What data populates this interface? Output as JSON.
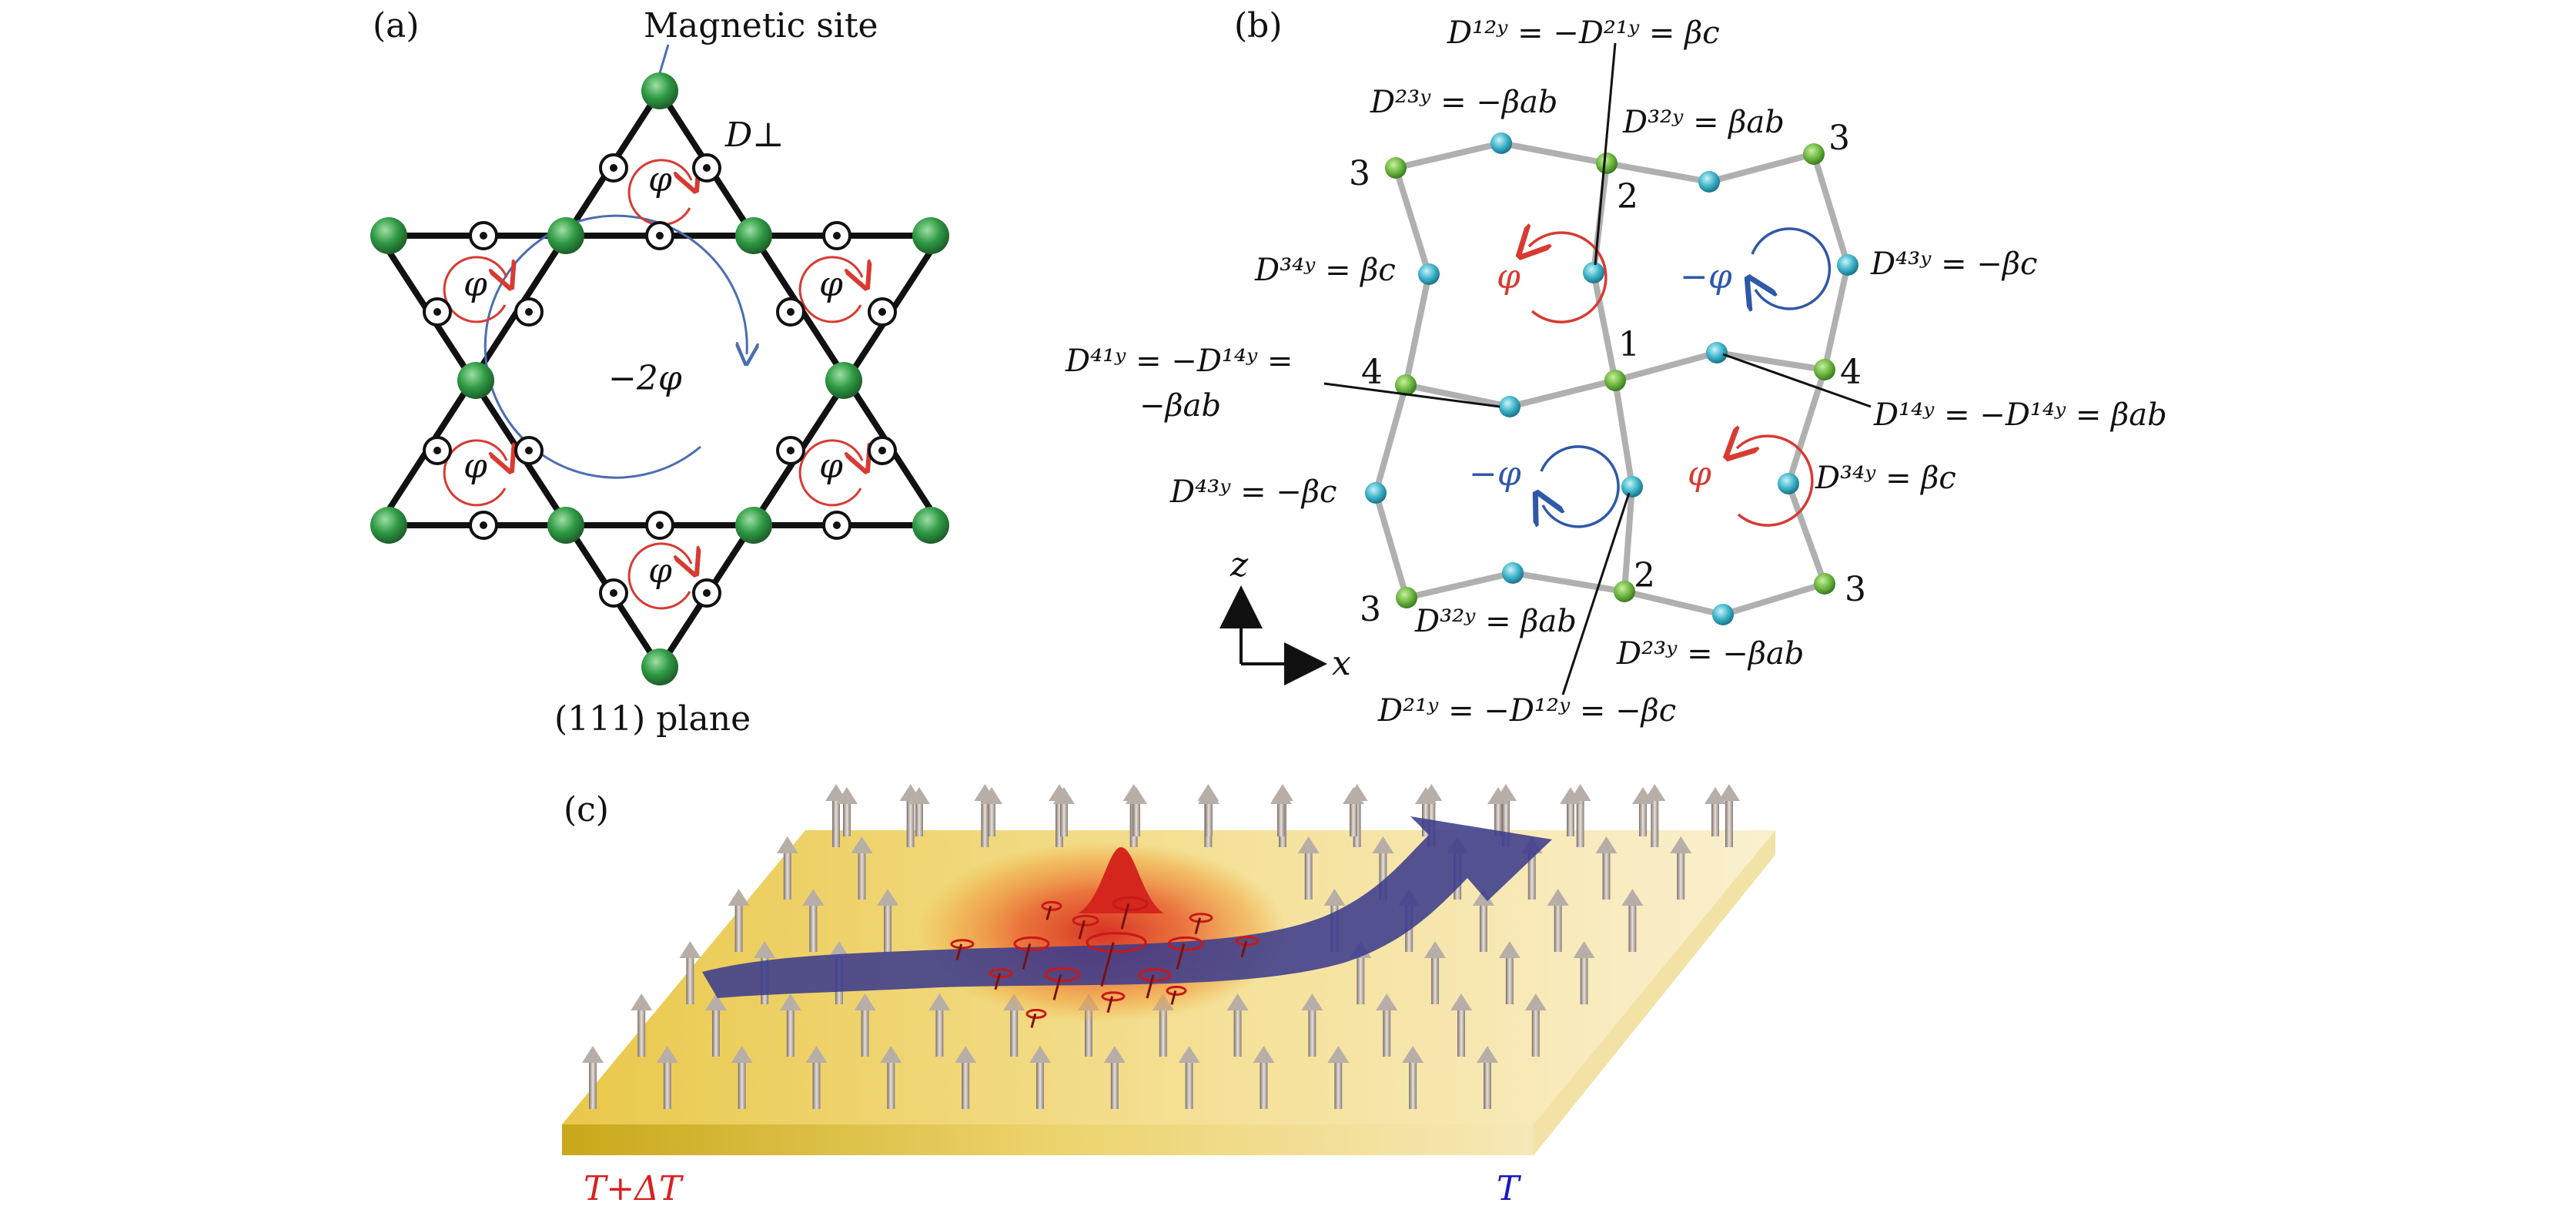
{
  "panel_a": {
    "tag": "(a)",
    "magnetic_site": "Magnetic site",
    "d_perp": "D⊥",
    "phi": "φ",
    "center_flux": "−2φ",
    "plane": "(111) plane"
  },
  "panel_b": {
    "tag": "(b)",
    "axis_z": "z",
    "axis_x": "x",
    "phi": "φ",
    "neg_phi": "−φ",
    "site_1": "1",
    "site_2": "2",
    "site_3": "3",
    "site_4": "4",
    "d12_top": "D¹²ʸ = −D²¹ʸ = βc",
    "d23_top": "D²³ʸ = −βab",
    "d32_top": "D³²ʸ = βab",
    "d34_left": "D³⁴ʸ = βc",
    "d43_right": "D⁴³ʸ = −βc",
    "d41_left_1": "D⁴¹ʸ = −D¹⁴ʸ =",
    "d41_left_2": "−βab",
    "d14_right": "D¹⁴ʸ = −D¹⁴ʸ = βab",
    "d43_left": "D⁴³ʸ = −βc",
    "d34_right": "D³⁴ʸ = βc",
    "d32_bottom": "D³²ʸ = βab",
    "d23_bottom": "D²³ʸ = −βab",
    "d21_bottom": "D²¹ʸ = −D¹²ʸ = −βc"
  },
  "panel_c": {
    "tag": "(c)",
    "hot_label": "T+ΔT",
    "cold_label": "T"
  },
  "colors": {
    "site_green": "#3a9a48",
    "dm_cyan": "#3cb4c8",
    "flux_red": "#d83a32",
    "flux_blue": "#2e58a8",
    "slab_yellow": "#f0d878",
    "magnon_blue": "#3c3c8c",
    "hot_red": "#d82020",
    "cold_blue": "#1818c0"
  }
}
